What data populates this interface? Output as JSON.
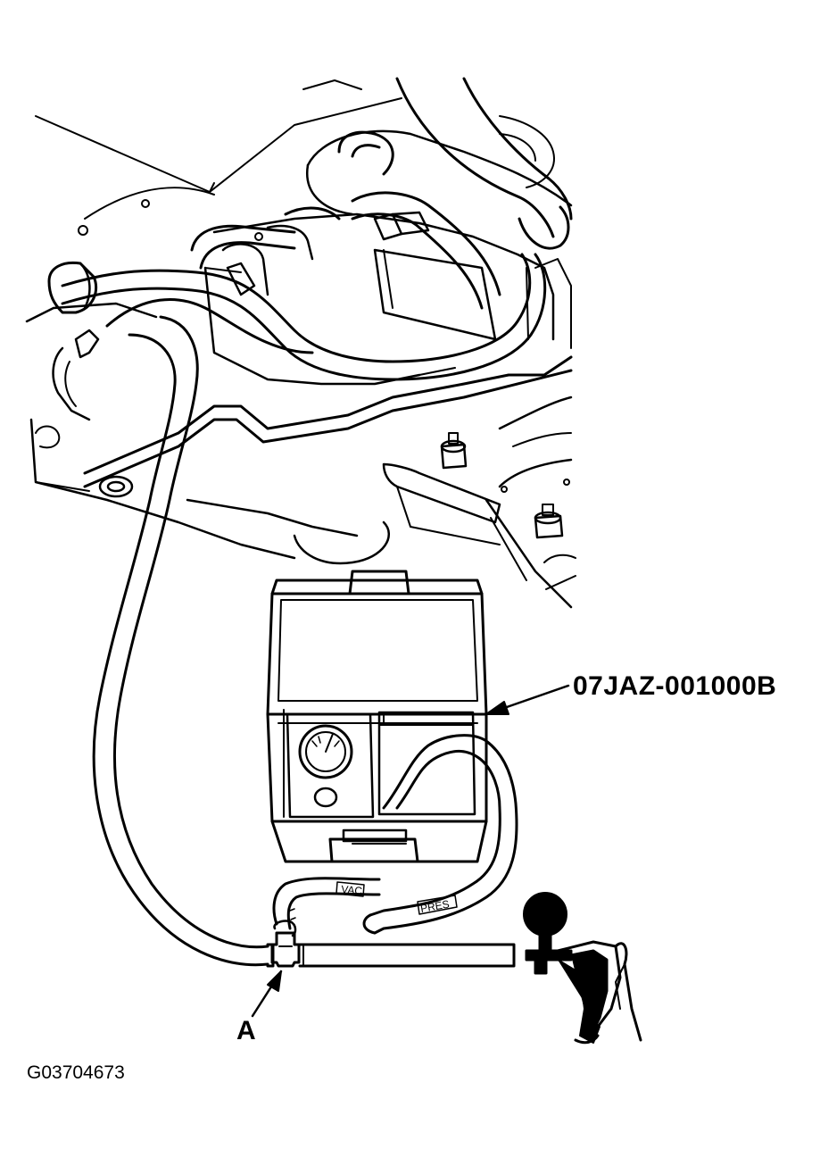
{
  "callouts": {
    "tool_number": "07JAZ-001000B",
    "point_a": "A"
  },
  "hose_marks": {
    "vac": "VAC",
    "pres": "PRES"
  },
  "figure_id": "G03704673",
  "colors": {
    "line": "#000000",
    "paper": "#ffffff"
  }
}
